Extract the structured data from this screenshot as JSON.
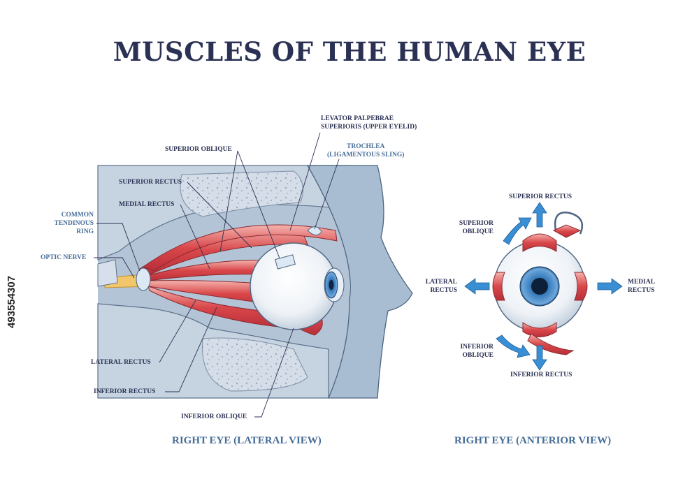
{
  "title": "MUSCLES OF THE HUMAN EYE",
  "lateral_view": {
    "caption": "RIGHT EYE (LATERAL VIEW)",
    "labels": {
      "levator": "LEVATOR PALPEBRAE\nSUPERIORIS (UPPER EYELID)",
      "trochlea": "TROCHLEA\n(LIGAMENTOUS SLING)",
      "superior_oblique": "SUPERIOR OBLIQUE",
      "superior_rectus": "SUPERIOR RECTUS",
      "medial_rectus": "MEDIAL RECTUS",
      "common_ring": "COMMON\nTENDINOUS\nRING",
      "optic_nerve": "OPTIC NERVE",
      "lateral_rectus": "LATERAL RECTUS",
      "inferior_rectus": "INFERIOR RECTUS",
      "inferior_oblique": "INFERIOR OBLIQUE"
    }
  },
  "anterior_view": {
    "caption": "RIGHT EYE (ANTERIOR VIEW)",
    "labels": {
      "superior_rectus": "SUPERIOR RECTUS",
      "superior_oblique": "SUPERIOR\nOBLIQUE",
      "lateral_rectus": "LATERAL\nRECTUS",
      "medial_rectus": "MEDIAL\nRECTUS",
      "inferior_oblique": "INFERIOR\nOBLIQUE",
      "inferior_rectus": "INFERIOR RECTUS"
    }
  },
  "stock_id": "493554307",
  "colors": {
    "title": "#2b3153",
    "caption": "#456d97",
    "muscle": "#d9474a",
    "muscle_light": "#f2a7a4",
    "bone": "#c6d3e1",
    "tissue": "#9fb7cf",
    "iris": "#2f74b5",
    "arrow": "#3a8fd4"
  }
}
